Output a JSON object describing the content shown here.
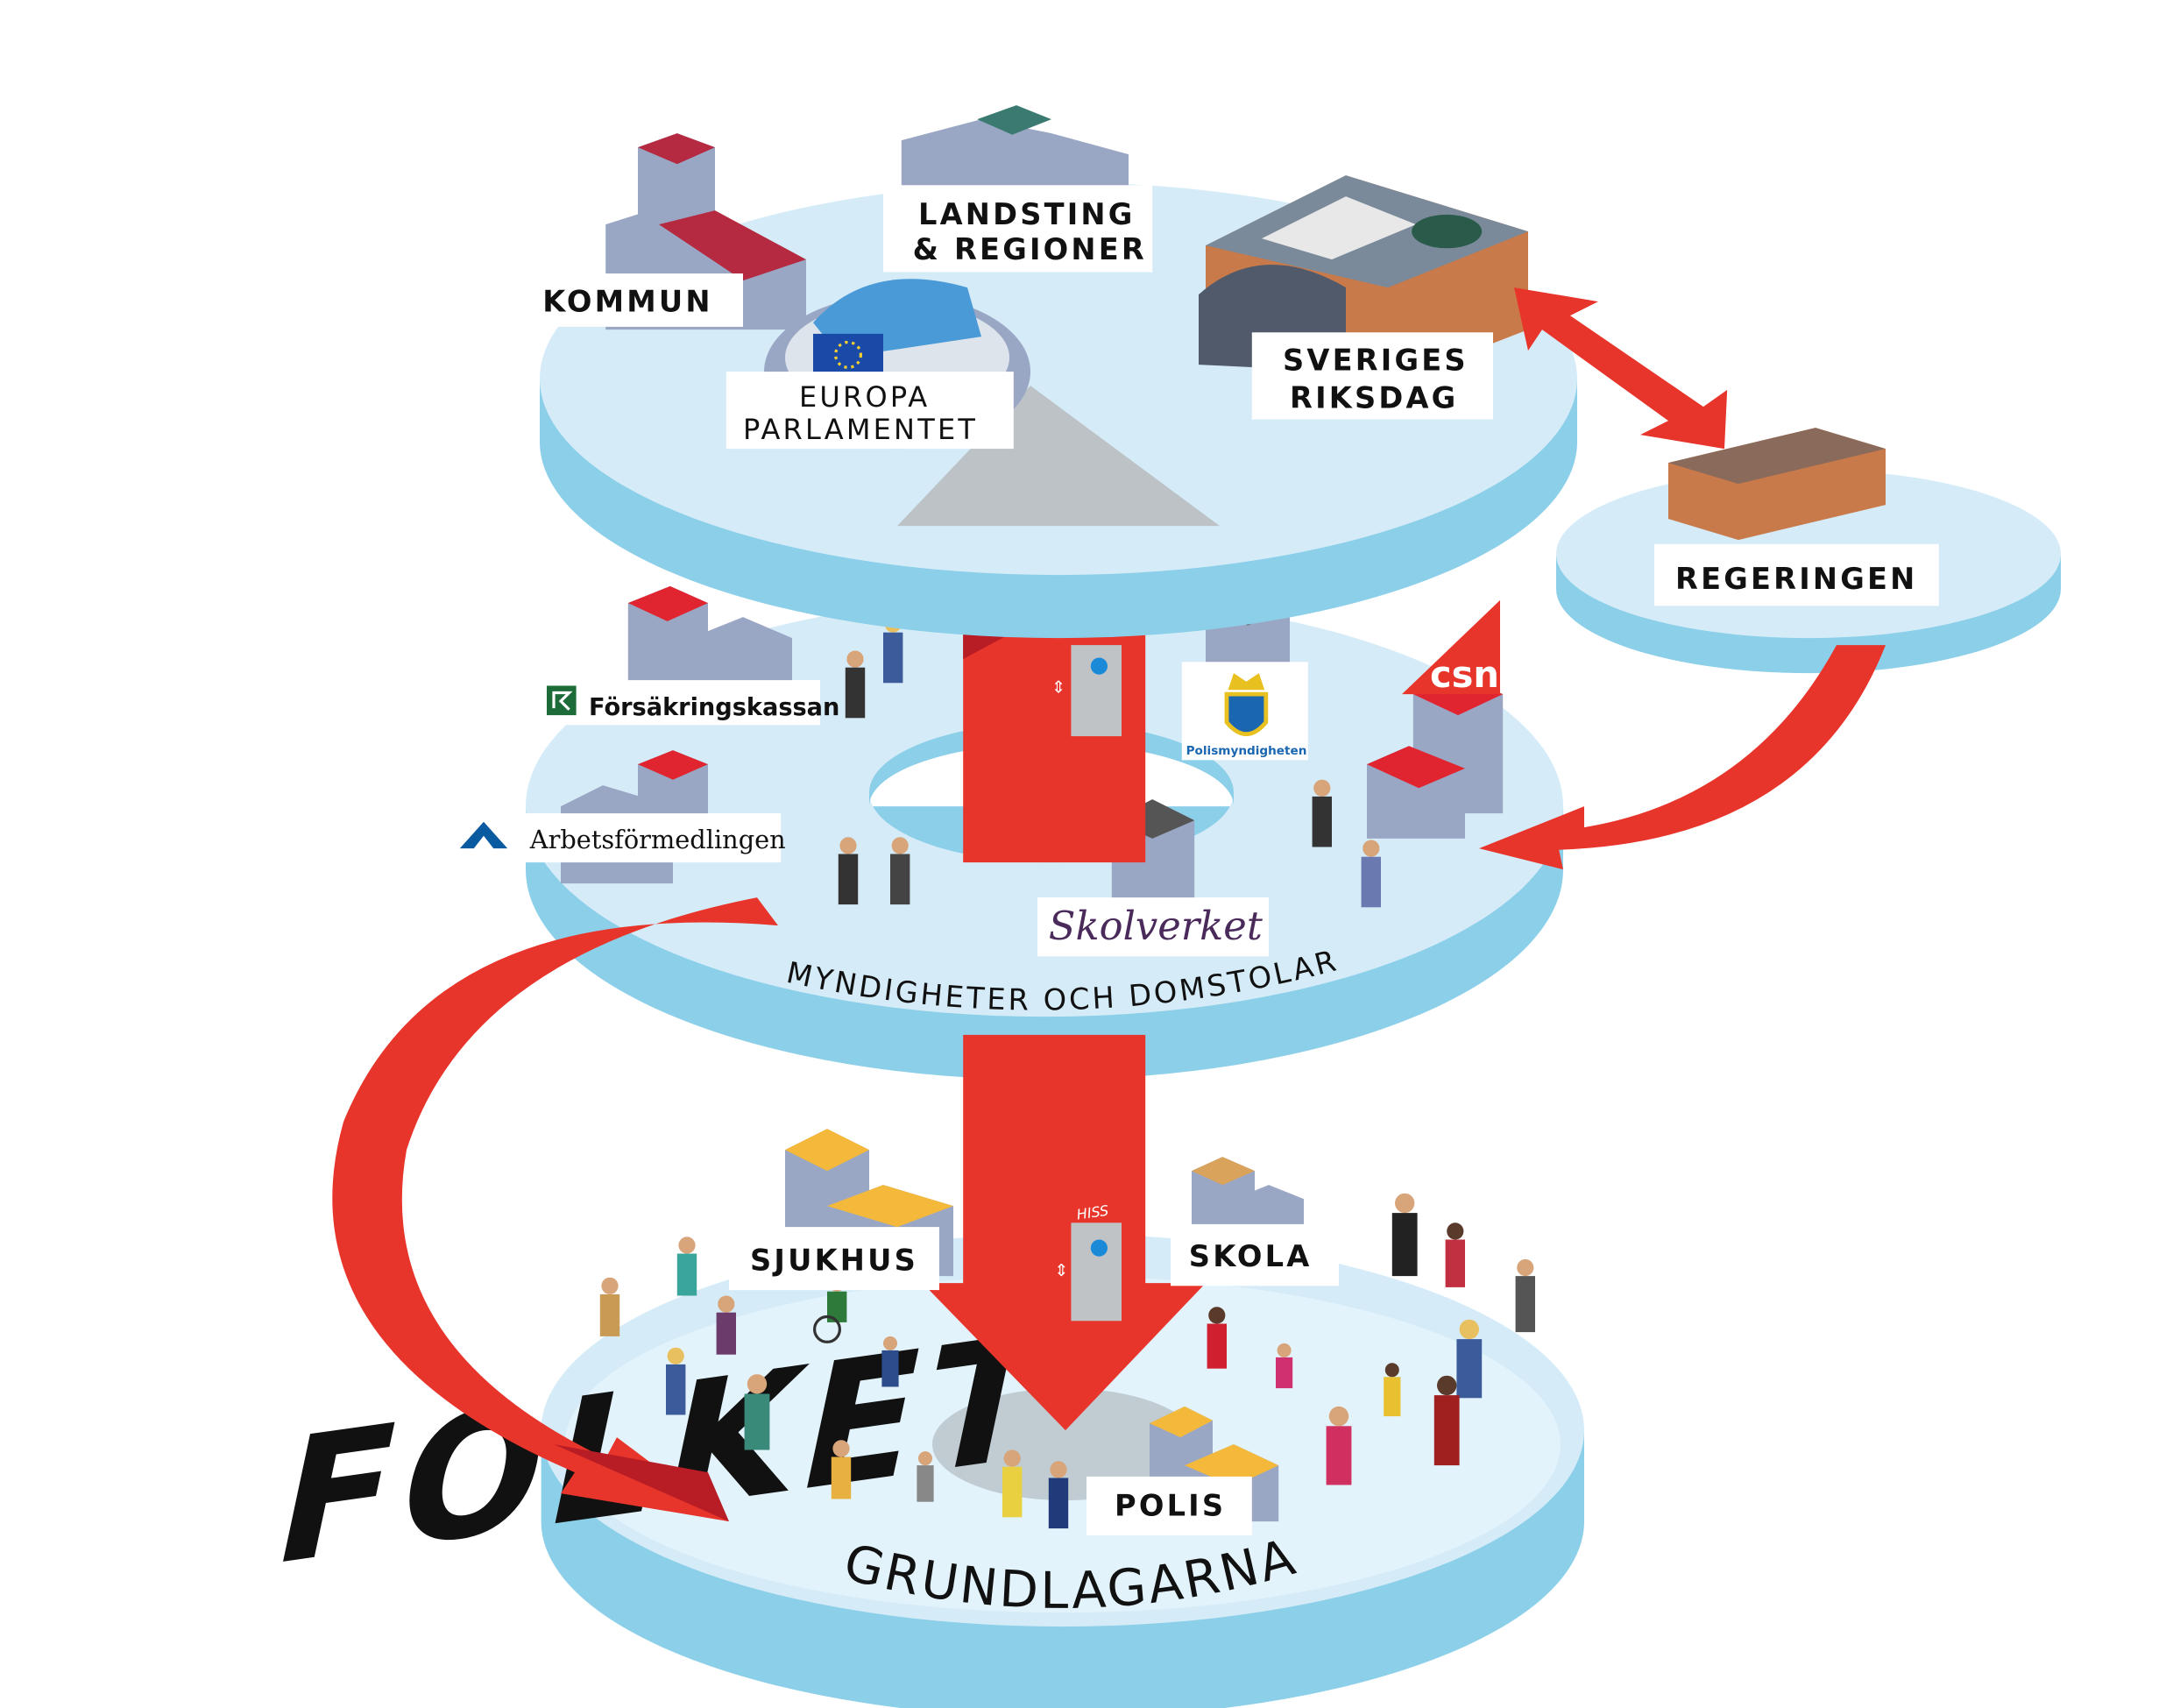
{
  "labels": {
    "kommun": "KOMMUN",
    "landsting_1": "LANDSTING",
    "landsting_2": "& REGIONER",
    "europa_1": "EUROPA",
    "europa_2": "PARLAMENTET",
    "riksdag_1": "SVERIGES",
    "riksdag_2": "RIKSDAG",
    "regeringen": "REGERINGEN",
    "forsakringskassan": "Försäkringskassan",
    "arbetsformedlingen": "Arbetsförmedlingen",
    "polismyndigheten": "Polismyndigheten",
    "csn": "csn",
    "skolverket": "Skolverket",
    "myndigheter": "MYNDIGHETER OCH DOMSTOLAR",
    "sjukhus": "SJUKHUS",
    "skola": "SKOLA",
    "hiss": "HISS",
    "folket": "FOLKET",
    "polis": "POLIS",
    "grundlagarna": "GRUNDLAGARNA"
  },
  "colors": {
    "disc_top": "#d5ecf8",
    "disc_side": "#8ccfe9",
    "arrow_red": "#e8352b",
    "arrow_dark": "#b81c25",
    "csn_red": "#e8352b",
    "police_blue": "#1a66b0"
  }
}
